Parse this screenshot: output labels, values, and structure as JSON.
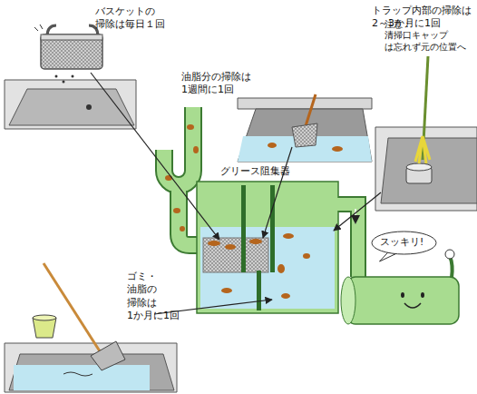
{
  "diagram": {
    "nodes": [
      {
        "text": [
          "グリース阻集器"
        ]
      },
      {
        "text": [
          "スッキリ!"
        ]
      }
    ],
    "labels": [
      "バスケットの 掃除は毎日１回",
      "油脂分の掃除は 1週間に1回",
      "トラップ内部の掃除は 2～3か月に1回",
      "注意：清掃口キャップ は忘れず元の位置へ",
      "ゴミ・油脂の 掃除は 1か月に1回"
    ]
  }
}
